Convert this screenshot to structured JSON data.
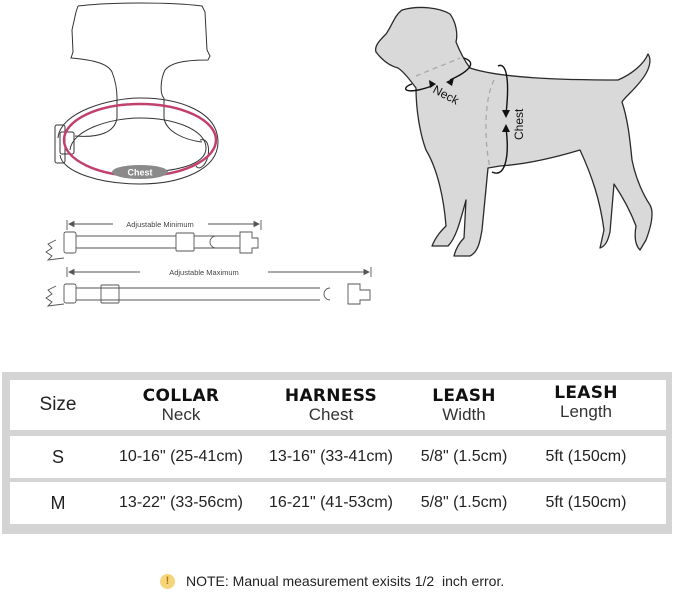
{
  "illustrations": {
    "harness": {
      "chest_label": "Chest",
      "chest_loop_color": "#c2406e"
    },
    "collar_min": {
      "label": "Adjustable Minimum"
    },
    "collar_max": {
      "label": "Adjustable Maximum"
    },
    "dog": {
      "neck_label": "Neck",
      "chest_label": "Chest",
      "body_fill": "#d9d9d9"
    }
  },
  "size_table": {
    "headers": [
      {
        "main": "Size",
        "sub": ""
      },
      {
        "main": "COLLAR",
        "sub": "Neck"
      },
      {
        "main": "HARNESS",
        "sub": "Chest"
      },
      {
        "main": "LEASH",
        "sub": "Width"
      },
      {
        "main": "LEASH",
        "sub": "Length"
      }
    ],
    "rows": [
      {
        "size": "S",
        "collar_neck": "10-16\" (25-41cm)",
        "harness_chest": "13-16\" (33-41cm)",
        "leash_width": "5/8\" (1.5cm)",
        "leash_length": "5ft (150cm)"
      },
      {
        "size": "M",
        "collar_neck": "13-22\" (33-56cm)",
        "harness_chest": "16-21\" (41-53cm)",
        "leash_width": "5/8\" (1.5cm)",
        "leash_length": "5ft (150cm)"
      }
    ]
  },
  "note": {
    "icon": "exclamation-icon",
    "icon_glyph": "!",
    "text": "NOTE: Manual measurement exisits 1/2  inch error."
  }
}
